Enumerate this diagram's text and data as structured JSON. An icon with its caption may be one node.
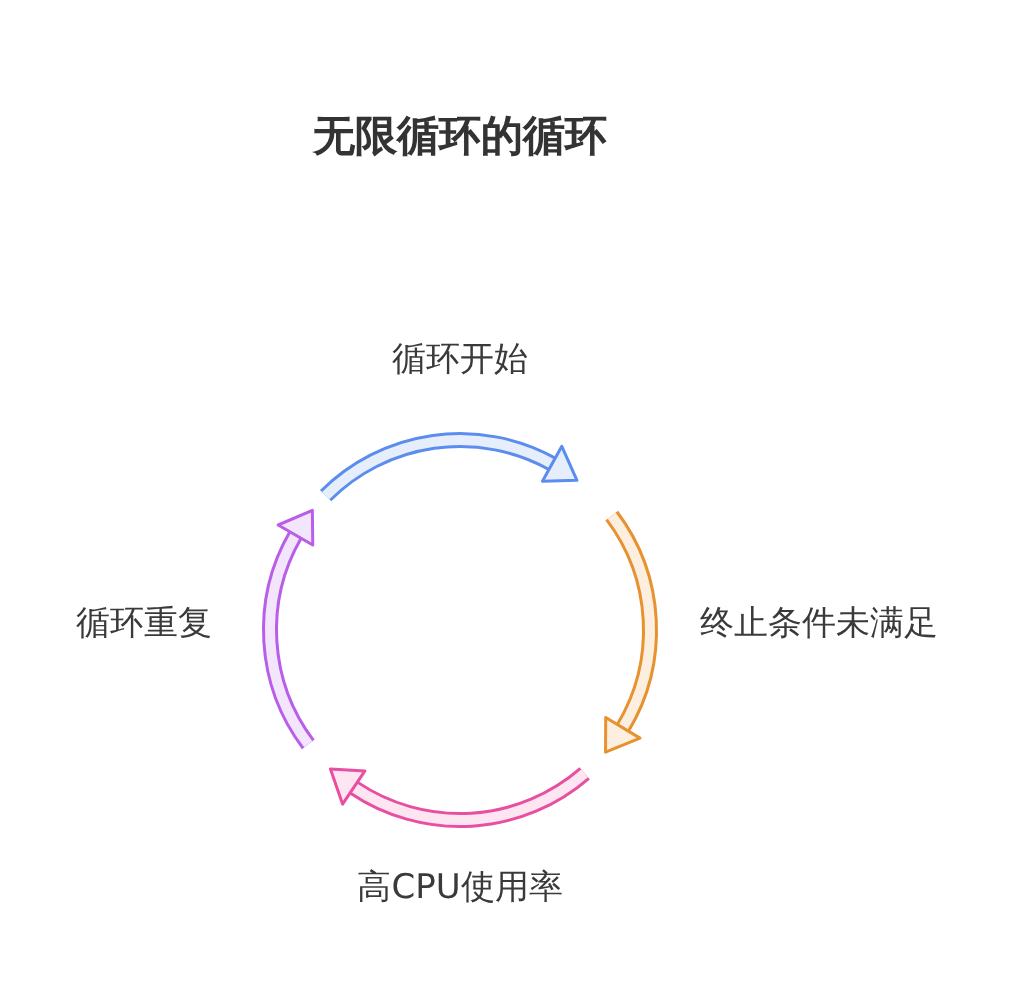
{
  "diagram": {
    "title": "无限循环的循环",
    "labels": [
      "循环开始",
      "终止条件未满足",
      "高CPU使用率",
      "循环重复"
    ]
  }
}
